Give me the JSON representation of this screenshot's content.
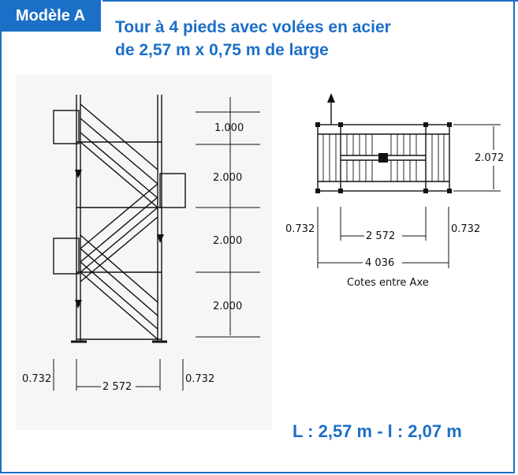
{
  "header": {
    "model_label": "Modèle A",
    "title_line1": "Tour à 4 pieds avec volées en acier",
    "title_line2": "de 2,57 m x 0,75 m de large"
  },
  "side_view": {
    "heights": [
      "1.000",
      "2.000",
      "2.000",
      "2.000"
    ],
    "bottom_left": "0.732",
    "bottom_mid": "2 572",
    "bottom_right": "0.732"
  },
  "plan_view": {
    "depth": "2.072",
    "left": "0.732",
    "mid": "2 572",
    "right": "0.732",
    "total": "4 036",
    "caption": "Cotes entre Axe"
  },
  "summary": {
    "dimensions": "L : 2,57 m - l  : 2,07 m"
  },
  "colors": {
    "accent": "#1c6fc7"
  }
}
